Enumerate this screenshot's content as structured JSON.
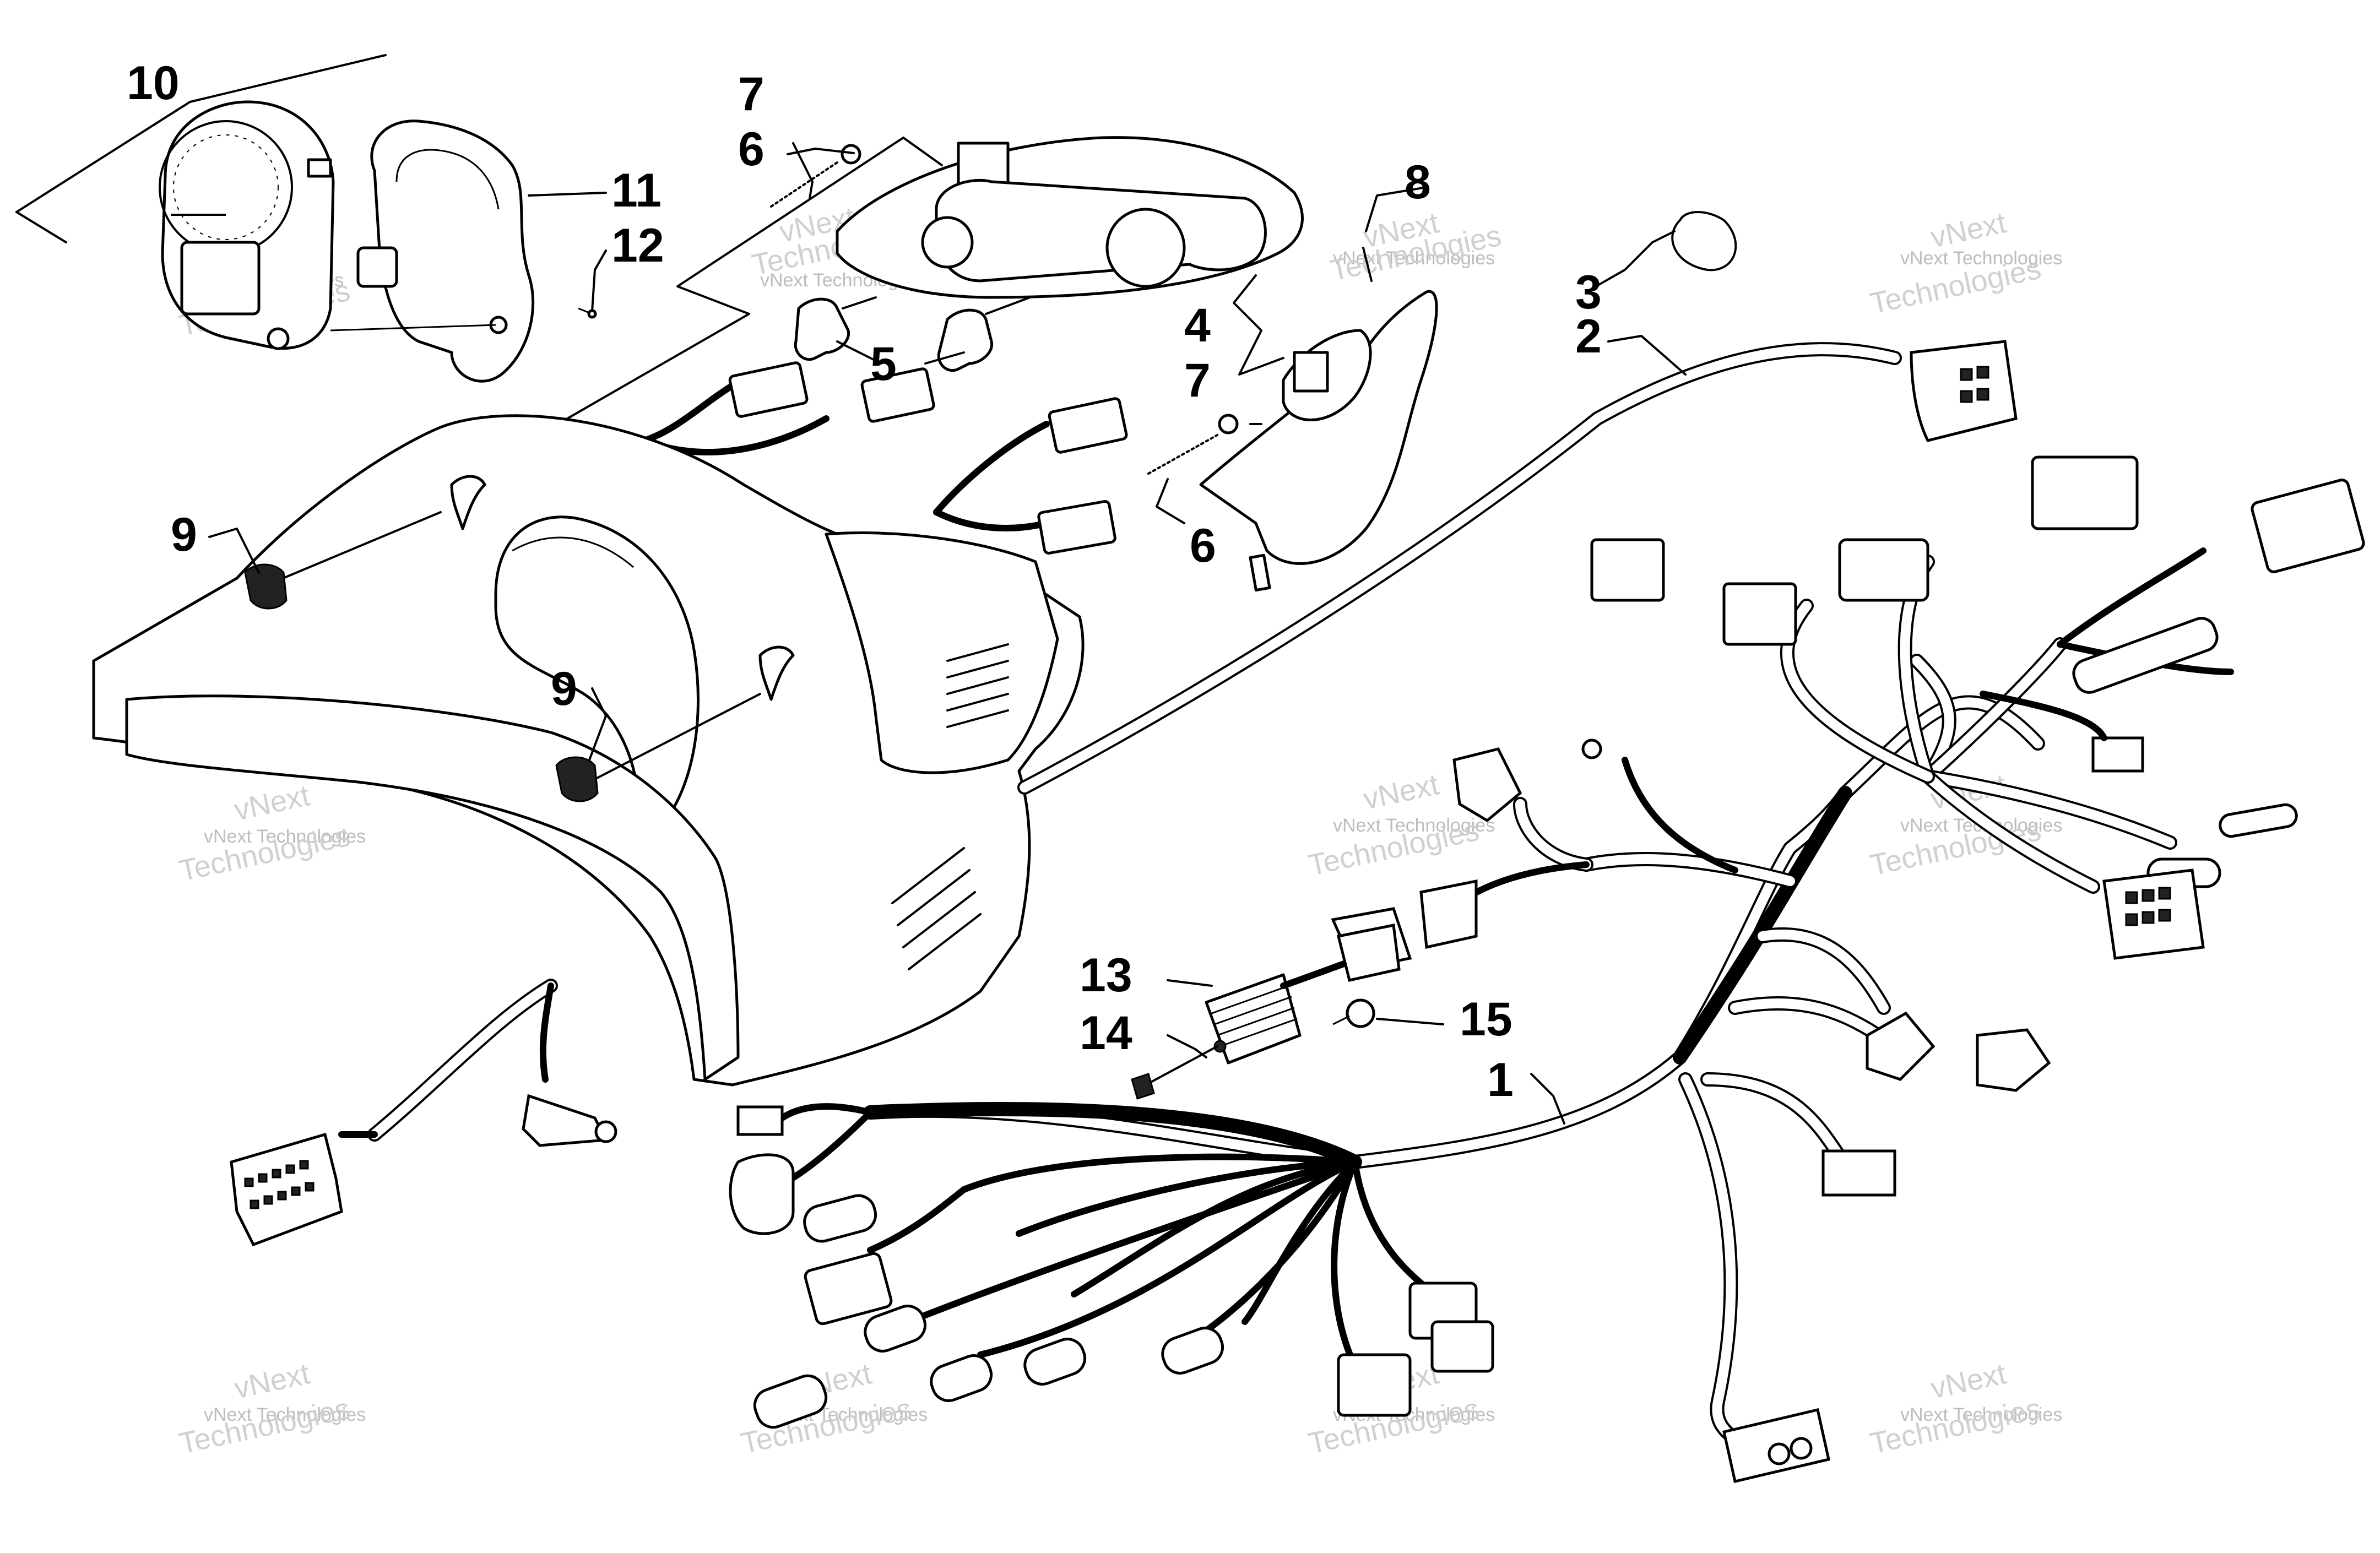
{
  "diagram": {
    "callouts": [
      {
        "id": "1",
        "text": "1"
      },
      {
        "id": "2",
        "text": "2"
      },
      {
        "id": "3",
        "text": "3"
      },
      {
        "id": "4",
        "text": "4"
      },
      {
        "id": "5",
        "text": "5"
      },
      {
        "id": "6a",
        "text": "6"
      },
      {
        "id": "6b",
        "text": "6"
      },
      {
        "id": "7a",
        "text": "7"
      },
      {
        "id": "7b",
        "text": "7"
      },
      {
        "id": "8",
        "text": "8"
      },
      {
        "id": "9a",
        "text": "9"
      },
      {
        "id": "9b",
        "text": "9"
      },
      {
        "id": "10",
        "text": "10"
      },
      {
        "id": "11",
        "text": "11"
      },
      {
        "id": "12",
        "text": "12"
      },
      {
        "id": "13",
        "text": "13"
      },
      {
        "id": "14",
        "text": "14"
      },
      {
        "id": "15",
        "text": "15"
      }
    ],
    "watermark": {
      "line1": "vNext Technologies",
      "line2": "vNext",
      "line3": "Technologies"
    }
  }
}
